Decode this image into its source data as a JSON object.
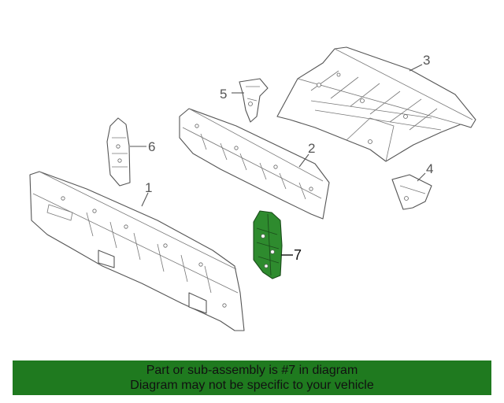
{
  "diagram": {
    "callouts": {
      "c1": "1",
      "c2": "2",
      "c3": "3",
      "c4": "4",
      "c5": "5",
      "c6": "6",
      "c7": "7"
    },
    "highlighted_part": "7",
    "highlight_color": "#2e8b2e"
  },
  "banner": {
    "line1": "Part or sub-assembly is #7 in diagram",
    "line2": "Diagram may not be specific to your vehicle",
    "background": "#1f7a1f"
  }
}
